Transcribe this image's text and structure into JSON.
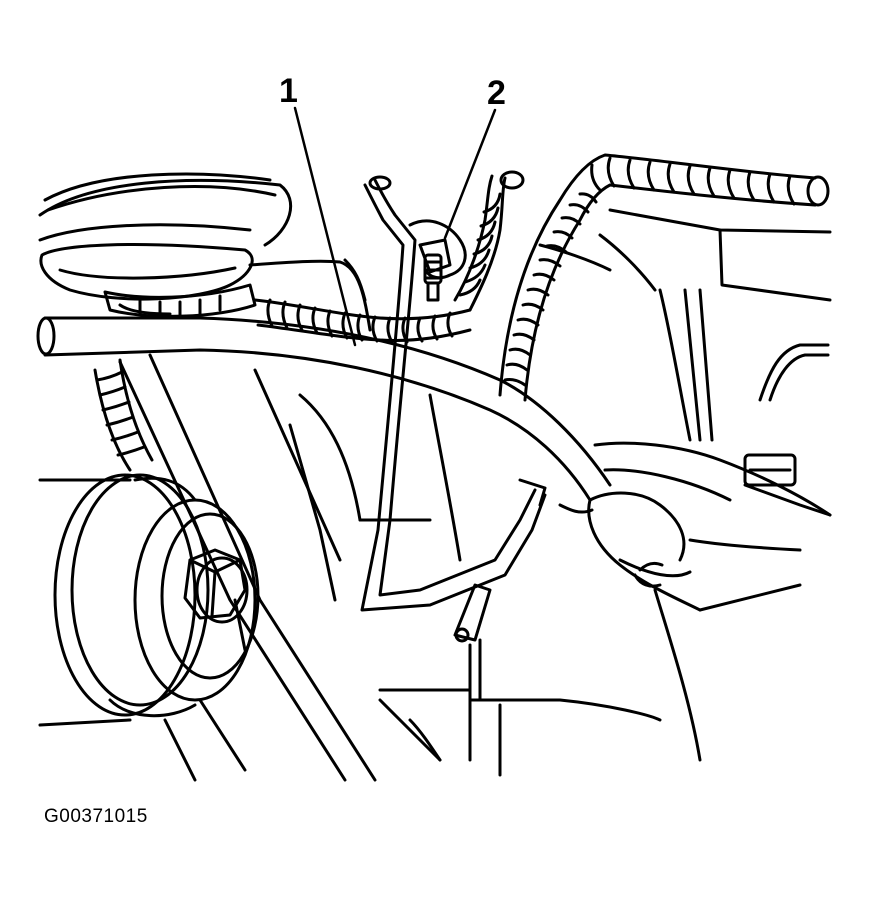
{
  "diagram": {
    "callouts": [
      {
        "label": "1"
      },
      {
        "label": "2"
      }
    ],
    "figure_id": "G00371015"
  },
  "colors": {
    "stroke": "#000000",
    "background": "#ffffff"
  }
}
